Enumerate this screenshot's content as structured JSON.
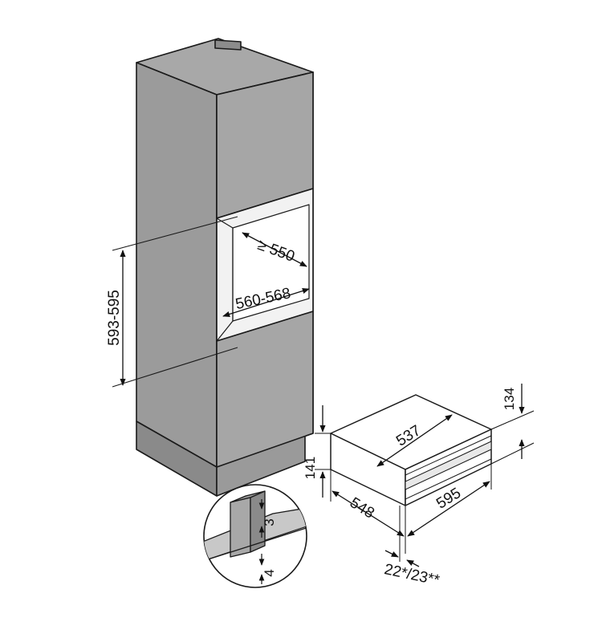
{
  "dimensions": {
    "cabinet_niche_height": "593-595",
    "niche_depth": "≥ 550",
    "niche_width": "560-568",
    "drawer_height_front": "134",
    "drawer_depth": "537",
    "drawer_height": "141",
    "drawer_width_body": "548",
    "drawer_width_front": "595",
    "front_thickness": "22*/23**",
    "gap_top": "3",
    "gap_side": "4"
  },
  "colors": {
    "cabinet_fill": "#9e9e9e",
    "cabinet_dark": "#7d7d7d",
    "door_fill": "#a4a4a4",
    "line": "#1a1a1a"
  }
}
